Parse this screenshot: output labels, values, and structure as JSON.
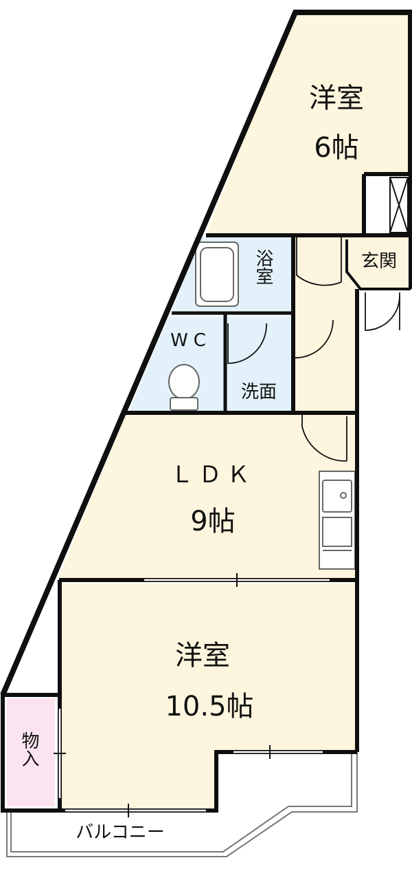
{
  "colors": {
    "room_fill": "#fdf5dd",
    "wet_fill": "#e3f2fa",
    "storage_fill": "#fbe4ef",
    "wall": "#0f0f0f",
    "fixture_line": "#666666"
  },
  "rooms": {
    "western_room_top": {
      "name": "洋室",
      "size": "6帖"
    },
    "bath": {
      "name": "浴室"
    },
    "entrance": {
      "name": "玄関"
    },
    "wc": {
      "name": "WC"
    },
    "washroom": {
      "name": "洗面"
    },
    "ldk": {
      "name": "ＬＤＫ",
      "size": "9帖"
    },
    "western_room_bottom": {
      "name": "洋室",
      "size": "10.5帖"
    },
    "storage": {
      "name": "物入"
    },
    "balcony": {
      "name": "バルコニー"
    }
  }
}
